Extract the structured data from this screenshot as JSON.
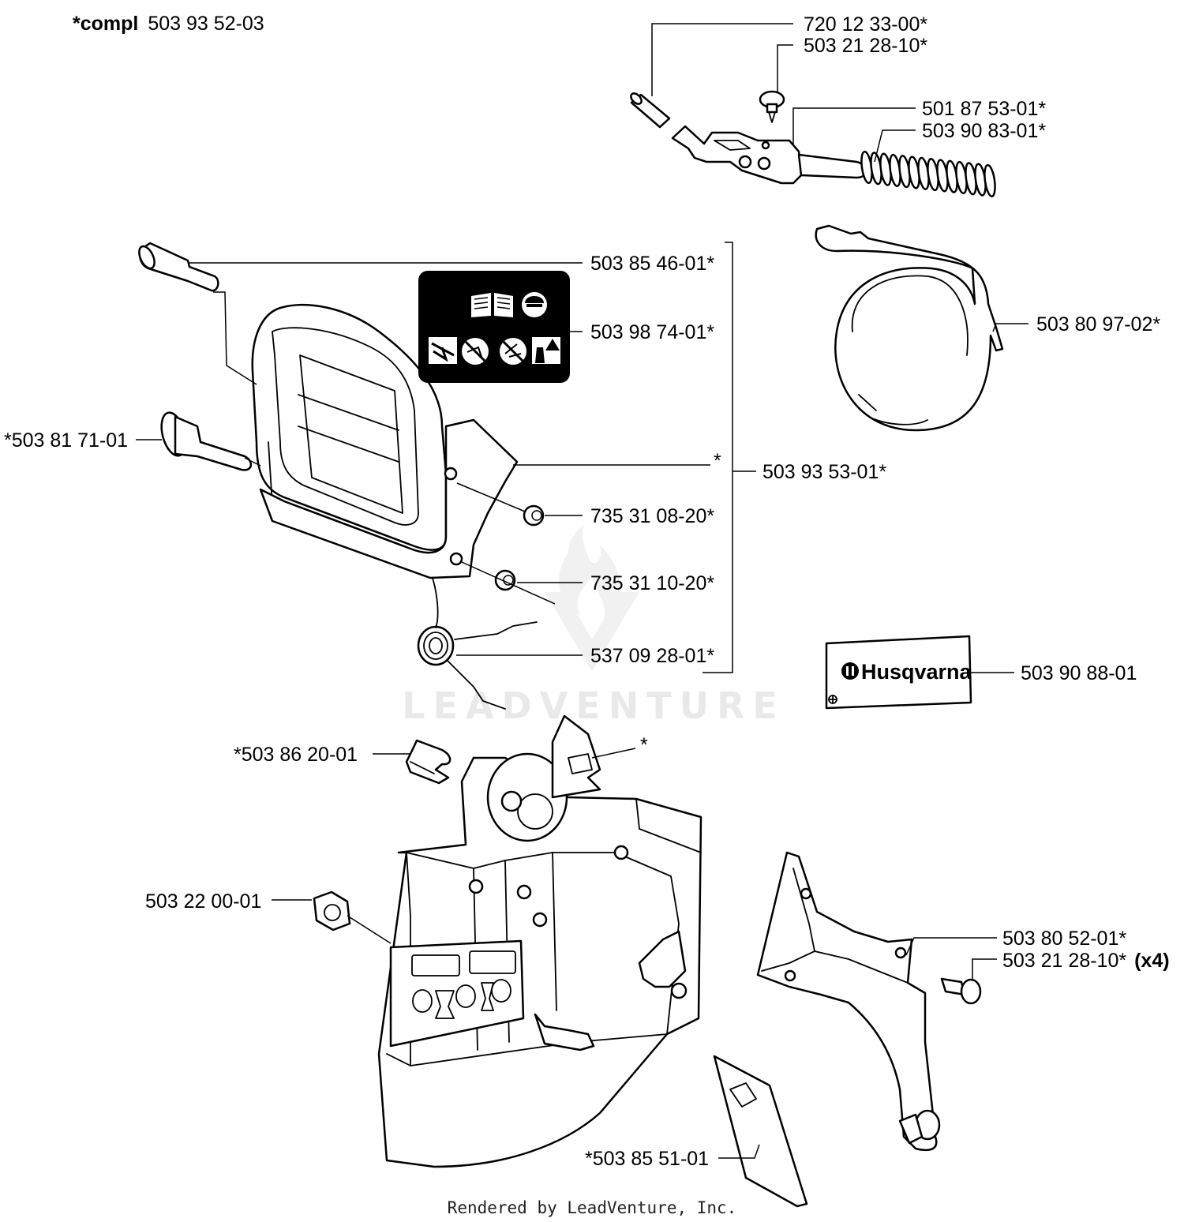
{
  "header": {
    "compl_prefix": "*compl",
    "compl_number": "503 93 52-03"
  },
  "labels": {
    "p1": "720 12 33-00*",
    "p2": "503 21 28-10*",
    "p3": "501 87 53-01*",
    "p4": "503 90 83-01*",
    "p5": "503 85 46-01*",
    "p6": "503 98 74-01*",
    "p7": "503 80 97-02*",
    "p8": "*503 81 71-01",
    "p9": "*",
    "p10": "503 93 53-01*",
    "p11": "735 31 08-20*",
    "p12": "735 31 10-20*",
    "p13": "537 09 28-01*",
    "p14": "503 90 88-01",
    "p15": "*503 86 20-01",
    "p16": "*",
    "p17": "503 22 00-01",
    "p18": "503 80 52-01*",
    "p19": "503 21 28-10*",
    "p19_qty": "(x4)",
    "p20": "*503 85 51-01"
  },
  "decal": {
    "brand": "Husqvarna"
  },
  "watermark": "LEADVENTURE",
  "footer": "Rendered by LeadVenture, Inc."
}
